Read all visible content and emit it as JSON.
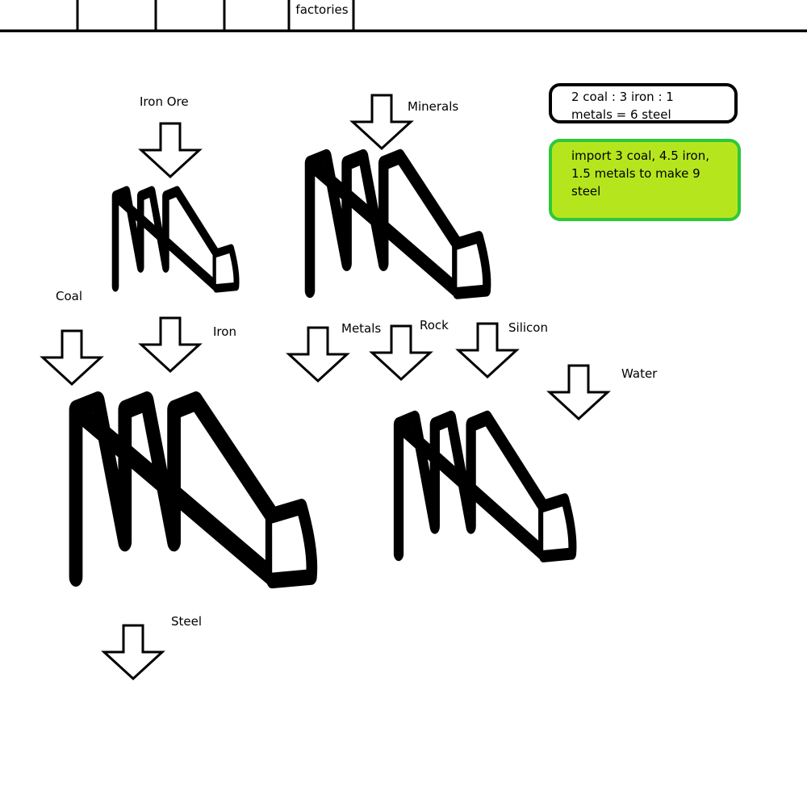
{
  "tab_strip": {
    "active_tab_label": "factories"
  },
  "labels": {
    "iron_ore": "Iron Ore",
    "minerals": "Minerals",
    "coal": "Coal",
    "iron": "Iron",
    "metals": "Metals",
    "rock": "Rock",
    "silicon": "Silicon",
    "water": "Water",
    "steel": "Steel"
  },
  "notes": {
    "ratio": {
      "line1": "2 coal : 3 iron : 1",
      "line2": "metals = 6 steel"
    },
    "import": {
      "line1": "import 3 coal, 4.5 iron,",
      "line2": "1.5 metals to make 9",
      "line3": "steel"
    }
  },
  "colors": {
    "ink": "#000000",
    "note_green_fill": "#b5e61d",
    "note_green_border": "#2ec83a"
  }
}
